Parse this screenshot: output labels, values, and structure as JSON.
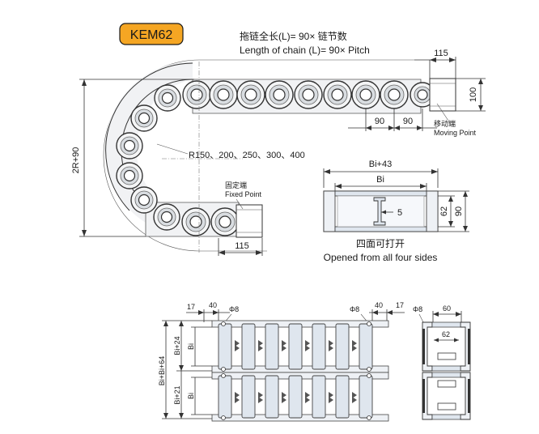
{
  "model_badge": "KEM62",
  "chain_length_cn": "拖链全长(L)= 90× 链节数",
  "chain_length_en": "Length of chain (L)= 90× Pitch",
  "dims": {
    "end_length": "115",
    "height": "100",
    "pitch_1": "90",
    "pitch_2": "90",
    "bend_height": "2R+90",
    "fixed_end_length": "115",
    "bi_plus_43": "Bi+43",
    "bi": "Bi",
    "bar_thickness": "5",
    "inner_height": "62",
    "outer_height": "90",
    "top_17_left": "17",
    "top_40_left": "40",
    "hole_left": "Φ8",
    "hole_right": "Φ8",
    "top_40_right": "40",
    "top_17_right": "17",
    "bi_plus_24": "Bi+24",
    "bi_upper": "Bi",
    "bi_plus_bi_plus_64": "Bi+Bi+64",
    "bi_plus_21": "Bi+21",
    "bi_lower": "Bi",
    "side_hole": "Φ8",
    "side_60": "60",
    "side_62": "62"
  },
  "labels": {
    "moving_point_cn": "移动端",
    "moving_point_en": "Moving Point",
    "fixed_point_cn": "固定端",
    "fixed_point_en": "Fixed Point",
    "radius_options": "R150、200、250、300、400",
    "opened_cn": "四面可打开",
    "opened_en": "Opened from all four sides"
  },
  "colors": {
    "badge_fill": "#f5a623",
    "badge_stroke": "#1a1a1a",
    "line": "#333333"
  }
}
